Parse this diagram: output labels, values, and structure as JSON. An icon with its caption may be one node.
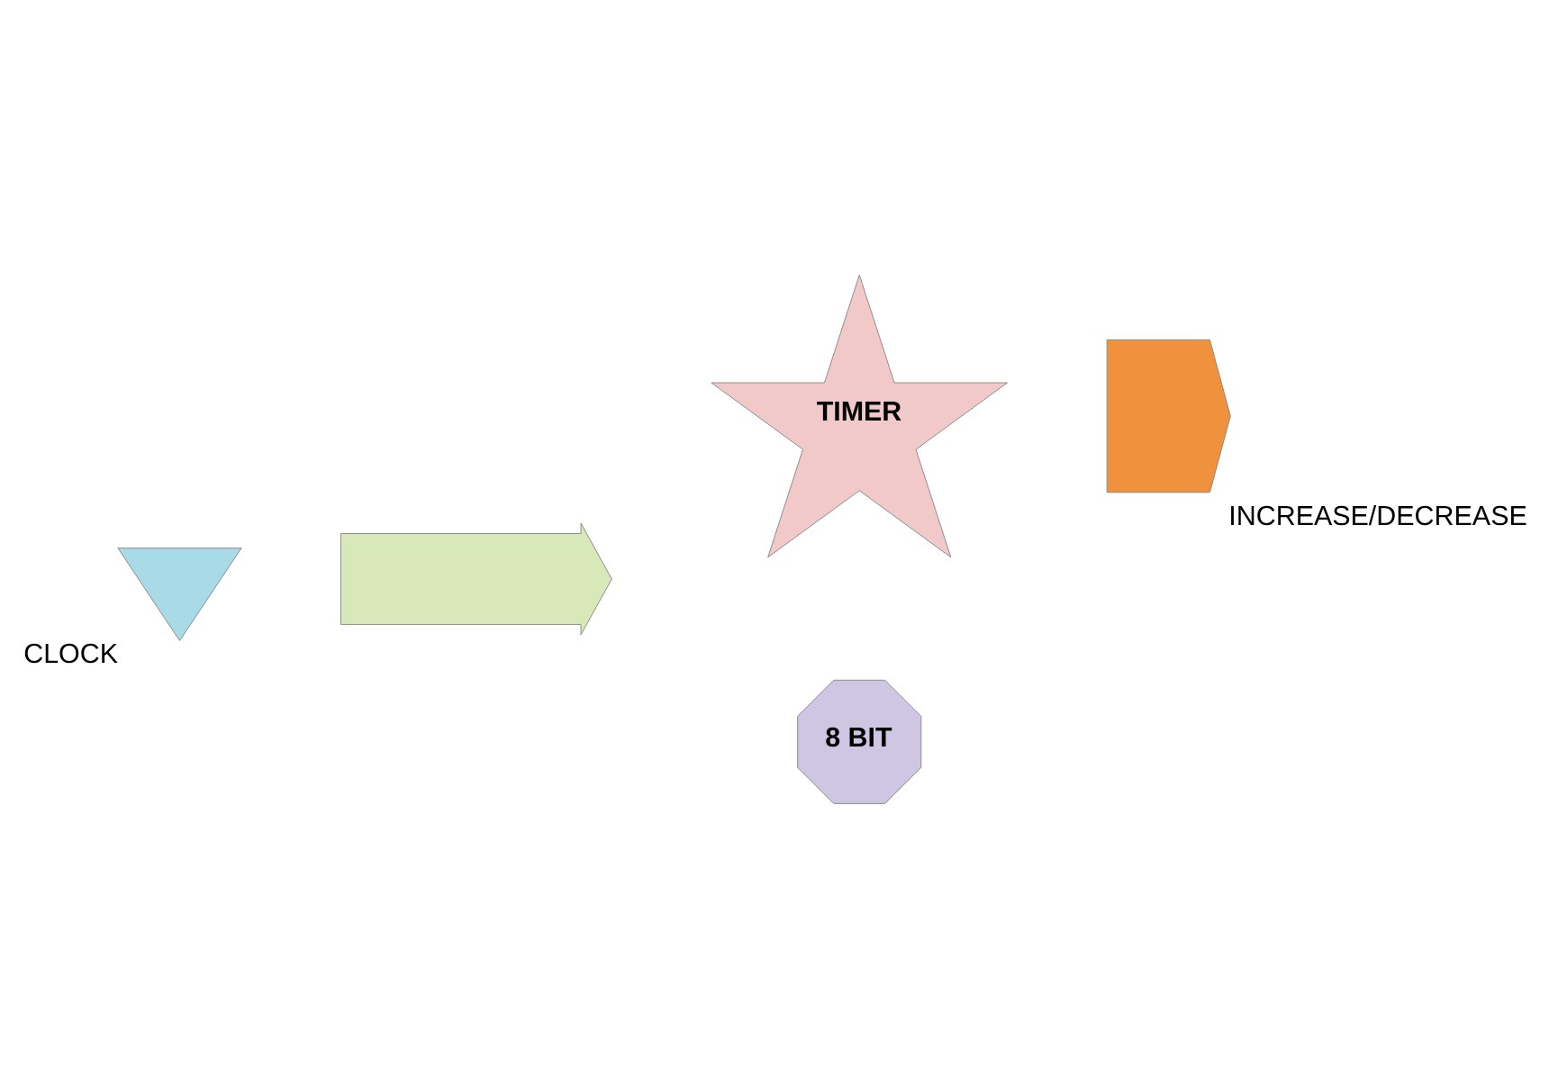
{
  "diagram": {
    "nodes": [
      {
        "text": [],
        "shape": "hourglass",
        "beside": [
          "CLOCK"
        ]
      },
      {
        "text": [],
        "shape": "arrow"
      },
      {
        "text": [
          "TIMER"
        ]
      },
      {
        "text": [
          "8 BIT"
        ]
      },
      {
        "text": [],
        "shape": "double-arrow",
        "beside": [
          "INCREASE/DECREASE"
        ]
      }
    ]
  }
}
